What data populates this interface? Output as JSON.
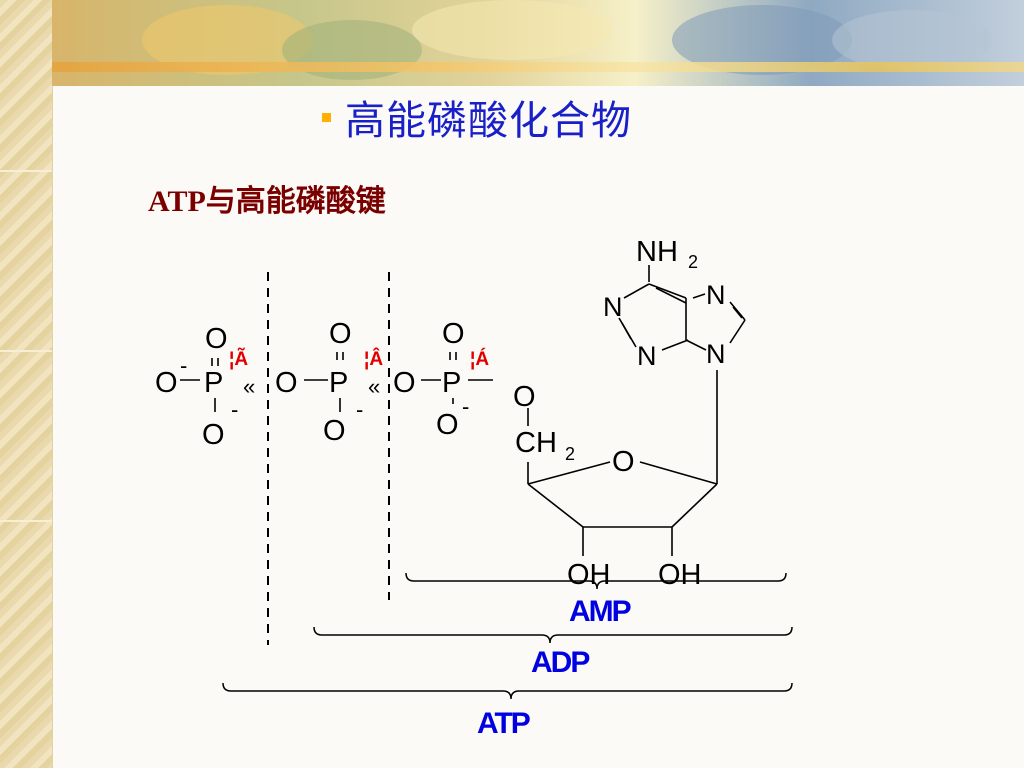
{
  "slide": {
    "title": "高能磷酸化合物",
    "subtitle": "ATP与高能磷酸键",
    "accent_color": "#ffb000",
    "title_color": "#1a20c8",
    "subtitle_color": "#7a0000",
    "label_color": "#0000e0",
    "bond_mark_color": "#e00000"
  },
  "structure": {
    "oxygen": "O",
    "phosphorus": "P",
    "nitrogen": "N",
    "minus": "-",
    "bond_marks": [
      "¦Ã",
      "¦Â",
      "¦Á"
    ],
    "highenergy_symbol": "«",
    "amino": "NH",
    "sub2": "2",
    "ch2": "CH",
    "hydroxyl": "OH"
  },
  "labels": {
    "amp": "AMP",
    "adp": "ADP",
    "atp": "ATP"
  }
}
